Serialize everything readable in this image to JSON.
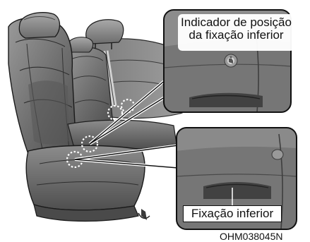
{
  "callouts": {
    "indicator_line1": "Indicador de posição",
    "indicator_line2": "da fixação inferior",
    "anchor": "Fixação inferior"
  },
  "figure_code": "OHM038045N",
  "icons": {
    "indicator_symbol": "child-seat-anchor-icon"
  },
  "colors": {
    "seat_fabric": "#6f6f6f",
    "background": "#ffffff",
    "outline": "#111111"
  }
}
